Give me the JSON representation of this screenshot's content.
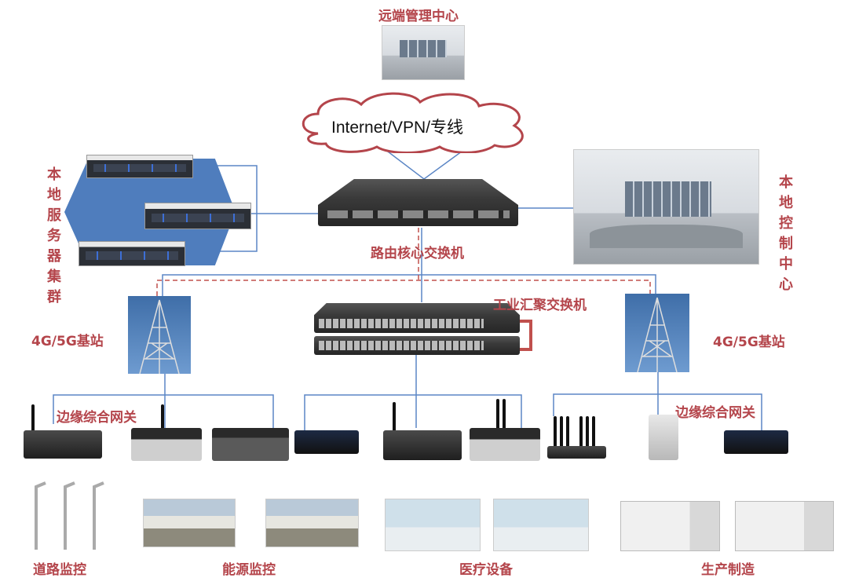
{
  "title_remote": "远端管理中心",
  "cloud_label": "Internet/VPN/专线",
  "core_switch_label": "路由核心交换机",
  "server_cluster_label": "本地服务器集群",
  "control_center_label": "本地控制中心",
  "agg_switch_label": "工业汇聚交换机",
  "base_station_left": "4G/5G基站",
  "base_station_right": "4G/5G基站",
  "gateway_left": "边缘综合网关",
  "gateway_right": "边缘综合网关",
  "scenarios": [
    "道路监控",
    "能源监控",
    "医疗设备",
    "生产制造"
  ],
  "colors": {
    "label": "#b4454b",
    "link": "#5b86c5",
    "dashed_link": "#c0504d",
    "server_panel": "#4f7dbd"
  }
}
